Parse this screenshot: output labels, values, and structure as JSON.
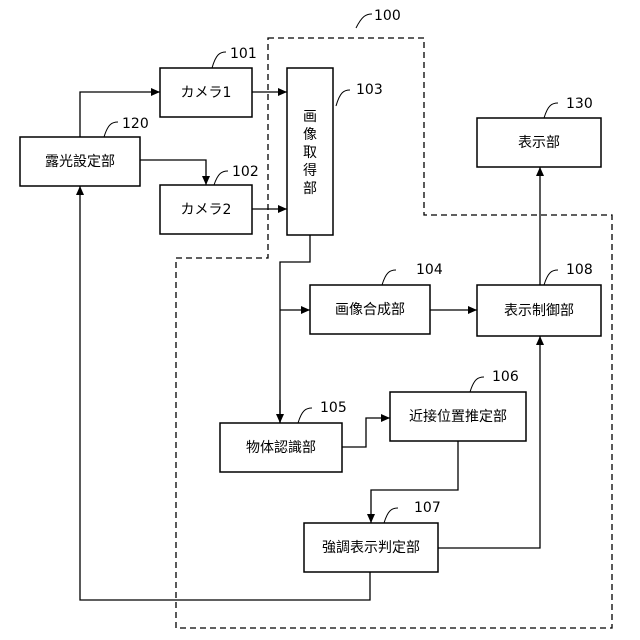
{
  "blocks": {
    "exposure": {
      "label": "露光設定部",
      "ref": "120"
    },
    "camera1": {
      "label": "カメラ1",
      "ref": "101"
    },
    "camera2": {
      "label": "カメラ2",
      "ref": "102"
    },
    "acquire": {
      "label": [
        "画",
        "像",
        "取",
        "得",
        "部"
      ],
      "ref": "103"
    },
    "display": {
      "label": "表示部",
      "ref": "130"
    },
    "synth": {
      "label": "画像合成部",
      "ref": "104"
    },
    "dispctl": {
      "label": "表示制御部",
      "ref": "108"
    },
    "recog": {
      "label": "物体認識部",
      "ref": "105"
    },
    "proximity": {
      "label": "近接位置推定部",
      "ref": "106"
    },
    "emphasis": {
      "label": "強調表示判定部",
      "ref": "107"
    }
  },
  "boundary": {
    "ref": "100"
  }
}
